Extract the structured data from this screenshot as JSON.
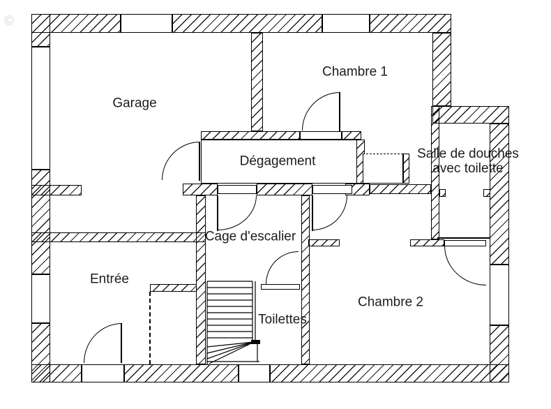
{
  "page": {
    "background": "#ffffff",
    "line_color": "#000000",
    "text_color": "#1c1c1c",
    "type_note": "architectural floor plan drawing"
  },
  "watermark": {
    "symbol": "©"
  },
  "rooms": {
    "garage": {
      "label": "Garage"
    },
    "chambre1": {
      "label": "Chambre 1"
    },
    "degagement": {
      "label": "Dégagement"
    },
    "salle_de_douches": {
      "line1": "Salle de douches",
      "line2": "avec toilette"
    },
    "cage_escalier": {
      "label": "Cage d'escalier"
    },
    "entree": {
      "label": "Entrée"
    },
    "chambre2": {
      "label": "Chambre 2"
    },
    "toilettes": {
      "label": "Toilettes"
    }
  }
}
